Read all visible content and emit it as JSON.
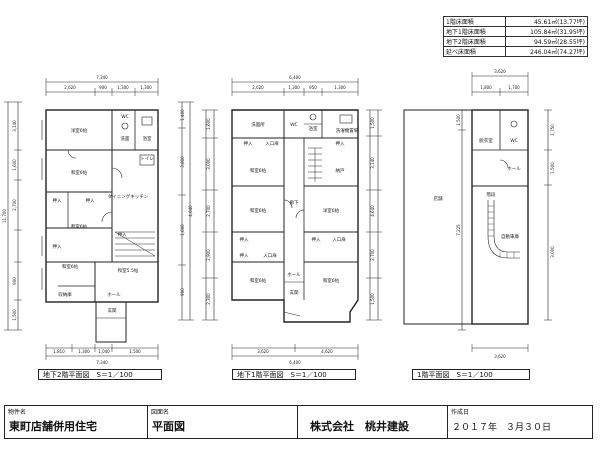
{
  "area_table": [
    {
      "label": "1階床面積",
      "value": "45.61㎡(13.77坪)"
    },
    {
      "label": "地下1階床面積",
      "value": "105.84㎡(31.95坪)"
    },
    {
      "label": "地下2階床面積",
      "value": "94.59㎡(28.55坪)"
    },
    {
      "label": "延べ床面積",
      "value": "246.04㎡(74.27坪)"
    }
  ],
  "plans": [
    {
      "scale_label": "地下2階平面図　S＝1／100",
      "dims_top": [
        "7,340",
        "2,620",
        "900",
        "1,300",
        "1,300"
      ],
      "dims_bottom": [
        "1,810",
        "1,300",
        "1,040",
        "1,500",
        "7,340"
      ],
      "dims_left": [
        "11,700",
        "3,140",
        "1,600",
        "2,700",
        "900",
        "1,500"
      ],
      "dims_right": [
        "1,400",
        "3,800",
        "4,640",
        "1,600",
        "900"
      ],
      "rooms": [
        "洋室6帖",
        "和室6帖",
        "押入",
        "押入",
        "和室6帖",
        "押入",
        "和室6帖",
        "和室5.5帖",
        "ダイニングキッチン",
        "押入",
        "玄関",
        "WC",
        "洗面",
        "浴室",
        "収納庫",
        "ホール",
        "トイレ"
      ]
    },
    {
      "scale_label": "地下1階平面図　S＝1／100",
      "dims_top": [
        "6,400",
        "2,620",
        "1,300",
        "950",
        "1,300"
      ],
      "dims_bottom": [
        "3,620",
        "4,620",
        "6,400"
      ],
      "dims_left": [
        "1,600",
        "3,000",
        "2,700",
        "2,900",
        "2,300"
      ],
      "dims_right": [
        "1,500",
        "3,140",
        "4,640",
        "2,700",
        "1,500"
      ],
      "rooms": [
        "洗面所",
        "WC",
        "浴室",
        "洗濯機置場",
        "押入",
        "入口扉",
        "押入",
        "和室6帖",
        "廊下",
        "納戸",
        "和室6帖",
        "洋室6帖",
        "押入",
        "押入",
        "入口扉",
        "押入",
        "和室6帖",
        "ホール",
        "入口扉",
        "和室6帖",
        "玄関"
      ]
    },
    {
      "scale_label": "1階平面図　S＝1／100",
      "dims_top": [
        "3,620",
        "1,800",
        "1,700"
      ],
      "dims_bottom": [
        "3,620"
      ],
      "dims_left": [
        "1,500",
        "7,225"
      ],
      "dims_right": [
        "1,750",
        "1,500",
        "3,000"
      ],
      "rooms": [
        "脱衣室",
        "WC",
        "ホール",
        "店舗",
        "自動車庫",
        "階段"
      ]
    }
  ],
  "title_block": {
    "project_caption": "物件名",
    "project": "東町店舗併用住宅",
    "drawing_caption": "図面名",
    "drawing": "平面図",
    "company": "株式会社　桃井建設",
    "date_caption": "作成日",
    "date": "２０１７年　３月３０日"
  }
}
